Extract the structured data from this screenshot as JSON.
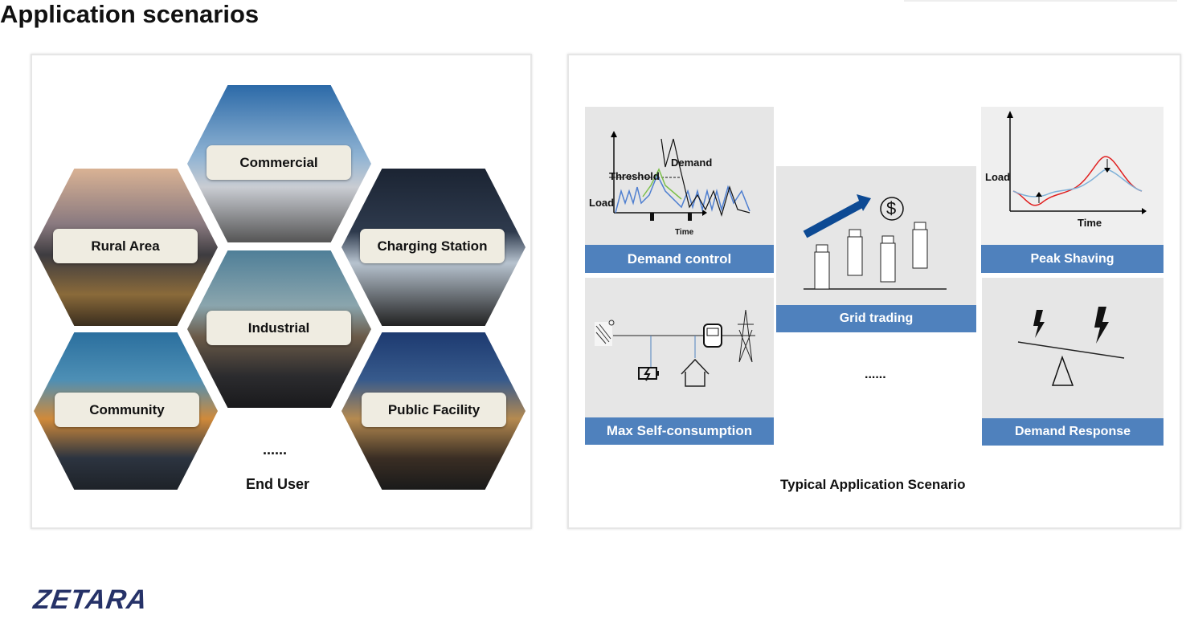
{
  "title": "Application scenarios",
  "end_user": {
    "caption": "End User",
    "ellipsis": "......",
    "scenarios": [
      "Commercial",
      "Rural Area",
      "Charging Station",
      "Industrial",
      "Community",
      "Public Facility"
    ]
  },
  "typical": {
    "caption": "Typical Application Scenario",
    "ellipsis": "......",
    "demand_control": {
      "label": "Demand control",
      "load": "Load",
      "threshold": "Threshold",
      "demand": "Demand",
      "time": "Time"
    },
    "grid_trading": {
      "label": "Grid trading",
      "symbol": "$"
    },
    "peak_shaving": {
      "label": "Peak Shaving",
      "load": "Load",
      "time": "Time"
    },
    "self_consumption": {
      "label": "Max Self-consumption"
    },
    "demand_response": {
      "label": "Demand Response"
    }
  },
  "logo": "ZETARA",
  "colors": {
    "accent": "#4f81bd",
    "logo": "#263268"
  }
}
